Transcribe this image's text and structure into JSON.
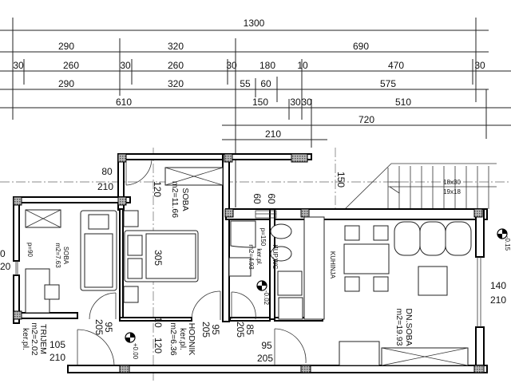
{
  "dimensions": {
    "row1": [
      "1300"
    ],
    "row2": [
      "290",
      "320",
      "690"
    ],
    "row3": [
      "30",
      "260",
      "30",
      "260",
      "30",
      "180",
      "10",
      "470",
      "30"
    ],
    "row4": [
      "290",
      "320",
      "55",
      "60",
      "575"
    ],
    "row5": [
      "610",
      "150",
      "30",
      "30",
      "510"
    ],
    "row6": [
      "720"
    ],
    "row7": [
      "210"
    ]
  },
  "rooms": {
    "soba_large": {
      "name": "SOBA",
      "area": "m2=11.66"
    },
    "soba_small": {
      "name": "SOBA",
      "area": "m2=7.63"
    },
    "trijem": {
      "name": "TRIJEM",
      "area": "m2=2.02",
      "floor": "ker.pl."
    },
    "hodnik": {
      "name": "HODNIK",
      "floor": "ker.pl.",
      "area": "m2=6.36"
    },
    "kupaonica": {
      "name": "KUP.WC",
      "floor": "ker.pl.",
      "area": "m2=4.93"
    },
    "kuhinja": {
      "name": "KUHINJA"
    },
    "dnevna": {
      "name": "DN.SOBA",
      "area": "m2=19.93"
    }
  },
  "openings": {
    "door_top_w": "80",
    "door_top_h": "210",
    "left_edge_a": "0",
    "left_edge_b": "20",
    "win_small": "p=90",
    "door_small_w": "95",
    "door_small_h": "205",
    "entry_w": "105",
    "entry_h": "210",
    "door_large_w": "95",
    "door_large_h": "205",
    "door_bath_w": "85",
    "door_bath_h": "205",
    "door_living_w": "95",
    "door_living_h": "205",
    "win_bath_a": "60",
    "win_bath_b": "60",
    "win_bath_p": "p=150",
    "win_living_w": "140",
    "win_living_h": "210"
  },
  "misc": {
    "dim_120_top": "120",
    "dim_305": "305",
    "dim_10": "10",
    "dim_120_bottom": "120",
    "dim_150": "150",
    "stairs_a": "18x30",
    "stairs_b": "19x18"
  },
  "levels": {
    "entry": "+0.00",
    "bath": "-0.02",
    "outside": "-0.15"
  }
}
